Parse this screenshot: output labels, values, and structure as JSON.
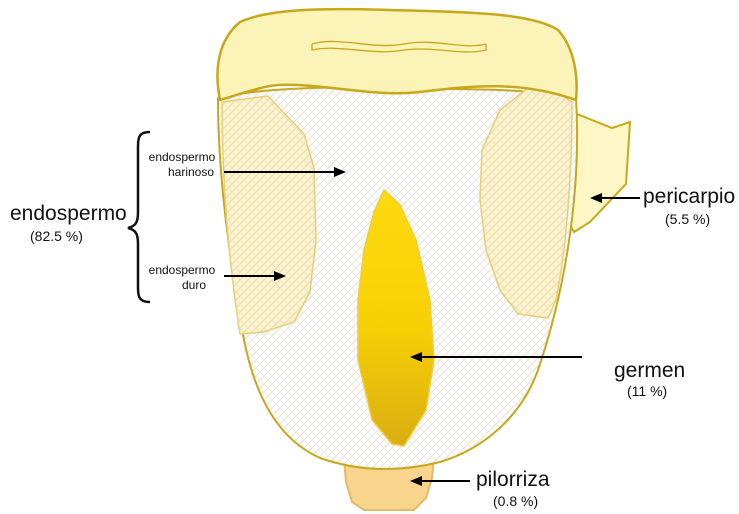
{
  "labels": {
    "endospermo": {
      "name": "endospermo",
      "pct": "(82.5 %)"
    },
    "endospermo_harinoso": {
      "line1": "endospermo",
      "line2": "harinoso"
    },
    "endospermo_duro": {
      "line1": "endospermo",
      "line2": "duro"
    },
    "pericarpio": {
      "name": "pericarpio",
      "pct": "(5.5 %)"
    },
    "germen": {
      "name": "germen",
      "pct": "(11 %)"
    },
    "pilorriza": {
      "name": "pilorriza",
      "pct": "(0.8 %)"
    }
  },
  "colors": {
    "outline": "#c9a71a",
    "cap": "#fbf3b7",
    "endosperm_pattern": "#e9e6d9",
    "hard_endosperm": "#f7ecc3",
    "germ_top": "#ffd60a",
    "germ_bottom": "#dcb00f",
    "pilorriza": "#f9d68f",
    "arrow": "#000000"
  }
}
